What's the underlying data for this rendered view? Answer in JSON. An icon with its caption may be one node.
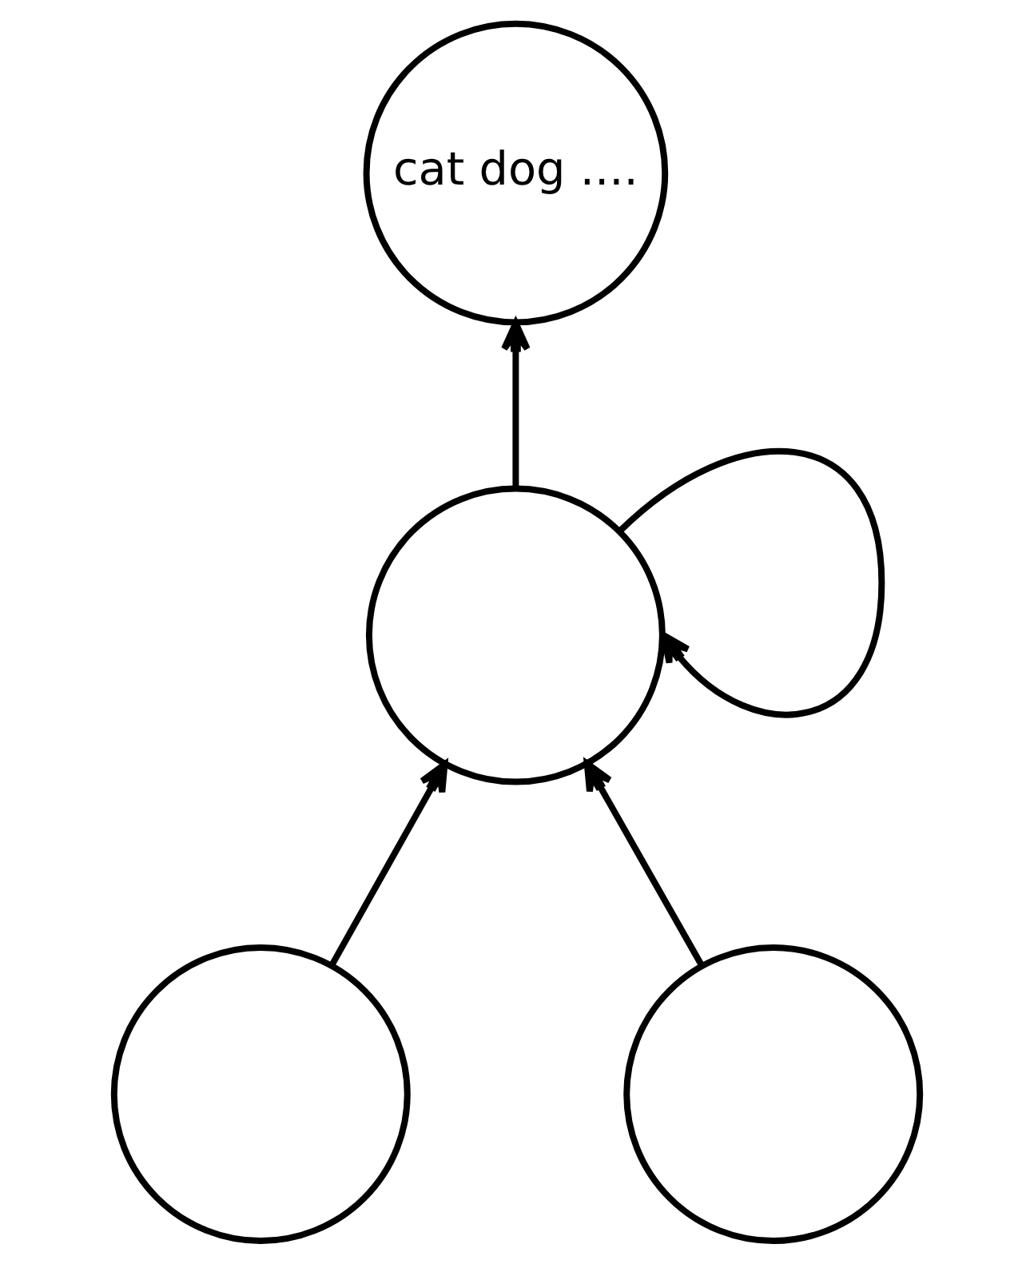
{
  "diagram": {
    "nodes": [
      {
        "text": [
          "cat dog ...."
        ]
      },
      {
        "text": [],
        "shape": "circle"
      },
      {
        "text": [],
        "shape": "circle"
      },
      {
        "text": [],
        "shape": "circle"
      }
    ],
    "edges": [
      {
        "from": 1,
        "to": 0,
        "arrow": "to"
      },
      {
        "from": 1,
        "to": 1,
        "arrow": "to"
      },
      {
        "from": 2,
        "to": 1,
        "arrow": "to"
      },
      {
        "from": 3,
        "to": 1,
        "arrow": "to"
      }
    ]
  }
}
